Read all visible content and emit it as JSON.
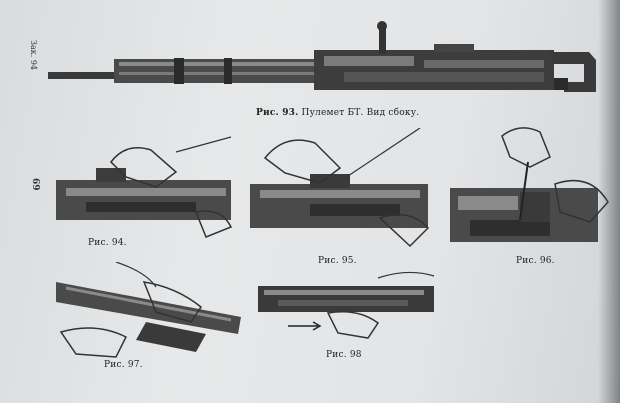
{
  "page": {
    "margin_top_label": "Зак. 94",
    "margin_page_number": "69"
  },
  "figures": {
    "fig93": {
      "caption_num": "Рис. 93.",
      "caption_text": "Пулемет БТ. Вид сбоку."
    },
    "fig94": {
      "caption": "Рис. 94."
    },
    "fig95": {
      "caption": "Рис. 95."
    },
    "fig96": {
      "caption": "Рис. 96."
    },
    "fig97": {
      "caption": "Рис. 97."
    },
    "fig98": {
      "caption": "Рис. 98"
    }
  }
}
